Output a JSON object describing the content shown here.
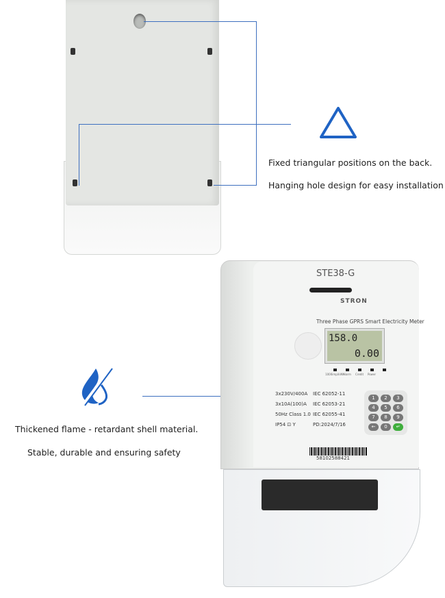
{
  "back_view": {
    "caption_1": "Fixed triangular positions on the back.",
    "caption_2": "Hanging hole design for easy installation",
    "icon": "triangle-outline-icon"
  },
  "front_view": {
    "model": "STE38-G",
    "brand": "STRON",
    "subtitle": "Three Phase GPRS Smart Electricity Meter",
    "lcd_line_1": "158.0",
    "lcd_line_2": "0.00",
    "leds": [
      "1000imp/kWh",
      "Alarm",
      "Credit",
      "Power",
      ""
    ],
    "specs_left": [
      "3x230V/400A",
      "3x10A(100)A",
      "50Hz Class 1.0",
      "IP54 ⊡ Y"
    ],
    "specs_right": [
      "IEC 62052-11",
      "IEC 62053-21",
      "IEC 62055-41",
      "PD:2024/7/16"
    ],
    "keys": [
      "1",
      "2",
      "3",
      "4",
      "5",
      "6",
      "7",
      "8",
      "9",
      "←",
      "0",
      "↵"
    ],
    "serial": "58102588421",
    "caption_1": "Thickened flame - retardant shell material.",
    "caption_2": "Stable, durable and ensuring safety",
    "icon": "flame-retardant-drop-icon"
  },
  "colors": {
    "accent": "#3d6fbf",
    "icon_blue": "#1f63c4",
    "ok_key": "#3fae3c"
  }
}
